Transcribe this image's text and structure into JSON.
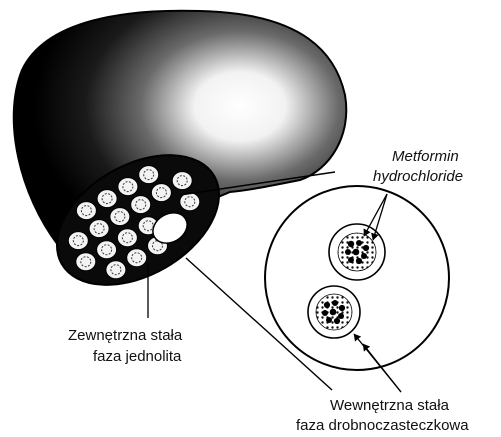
{
  "labels": {
    "drug_line1": "Metformin",
    "drug_line2": "hydrochloride",
    "outer_line1": "Zewnętrzna stała",
    "outer_line2": "faza jednolita",
    "inner_line1": "Wewnętrzna stała",
    "inner_line2": "faza drobnoczasteczkowa"
  }
}
